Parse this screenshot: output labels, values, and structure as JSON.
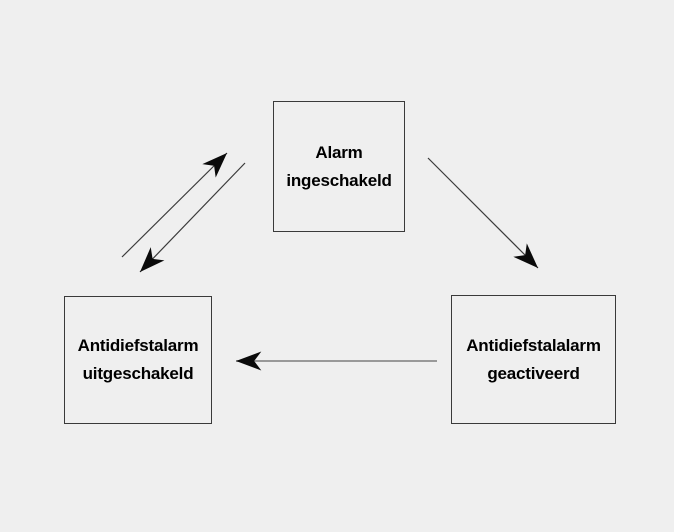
{
  "diagram": {
    "type": "state-diagram",
    "colors": {
      "canvas_bg": "#efefef",
      "node_border": "#3a3a3a",
      "node_text": "#000000",
      "edge_line": "#3a3a3a",
      "edge_line_light": "#999999",
      "arrowhead": "#0a0a0a"
    },
    "nodes": [
      {
        "name": "alarm-ingeschakeld",
        "line1": "Alarm",
        "line2": "ingeschakeld"
      },
      {
        "name": "antidiefstalarm-uitgeschakeld",
        "line1": "Antidiefstalarm",
        "line2": "uitgeschakeld"
      },
      {
        "name": "antidiefstalalarm-geactiveerd",
        "line1": "Antidiefstalalarm",
        "line2": "geactiveerd"
      }
    ],
    "edges": [
      {
        "name": "uitgeschakeld-to-ingeschakeld",
        "from": "Antidiefstalarm uitgeschakeld",
        "to": "Alarm ingeschakeld"
      },
      {
        "name": "ingeschakeld-to-uitgeschakeld",
        "from": "Alarm ingeschakeld",
        "to": "Antidiefstalarm uitgeschakeld"
      },
      {
        "name": "ingeschakeld-to-geactiveerd",
        "from": "Alarm ingeschakeld",
        "to": "Antidiefstalalarm geactiveerd"
      },
      {
        "name": "geactiveerd-to-uitgeschakeld",
        "from": "Antidiefstalalarm geactiveerd",
        "to": "Antidiefstalarm uitgeschakeld"
      }
    ]
  }
}
